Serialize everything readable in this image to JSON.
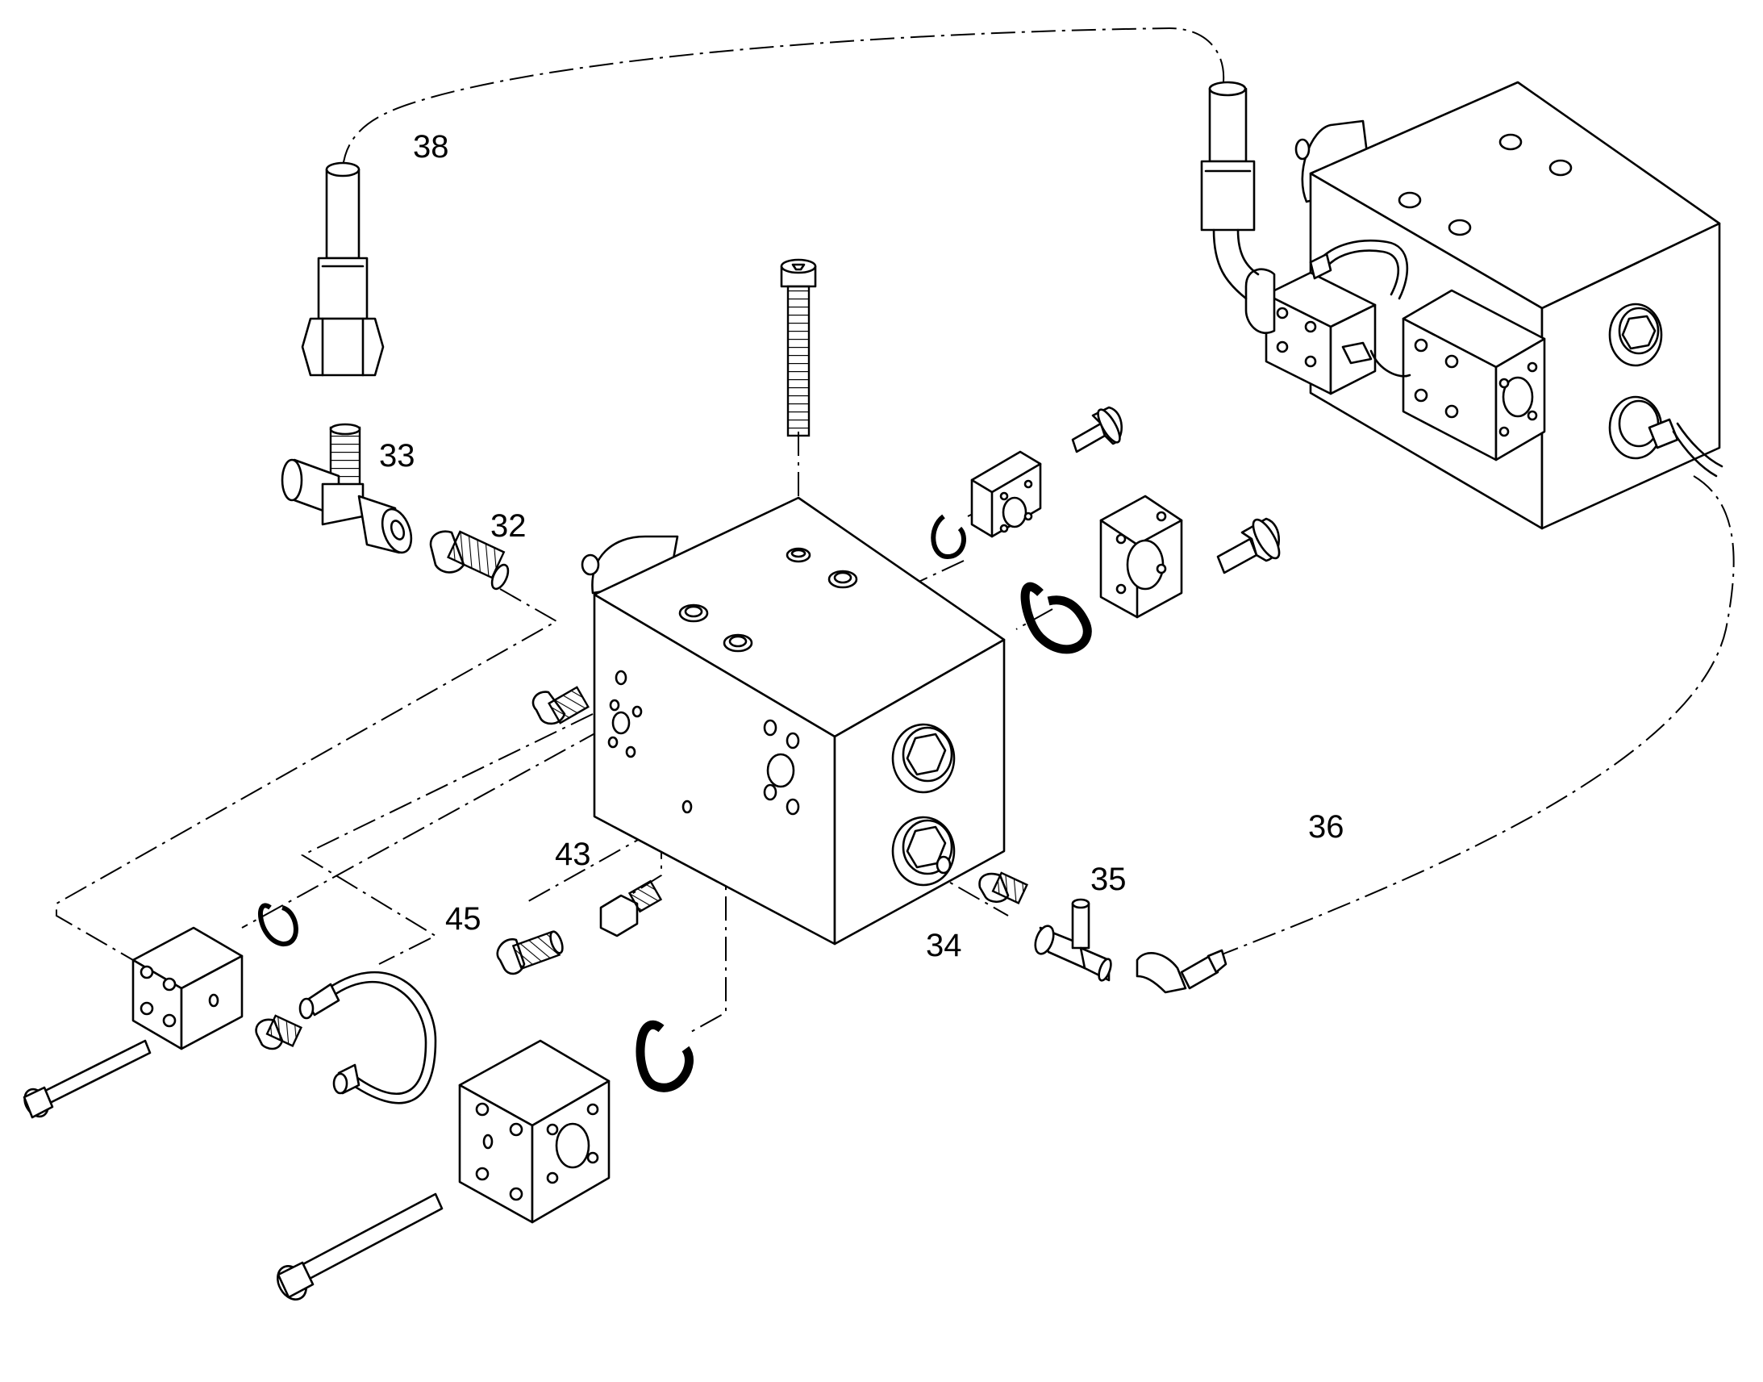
{
  "callouts": {
    "c38": "38",
    "c33": "33",
    "c32": "32",
    "c43": "43",
    "c45": "45",
    "c34": "34",
    "c35": "35",
    "c36": "36"
  },
  "colors": {
    "line": "#000000",
    "background": "#ffffff"
  }
}
